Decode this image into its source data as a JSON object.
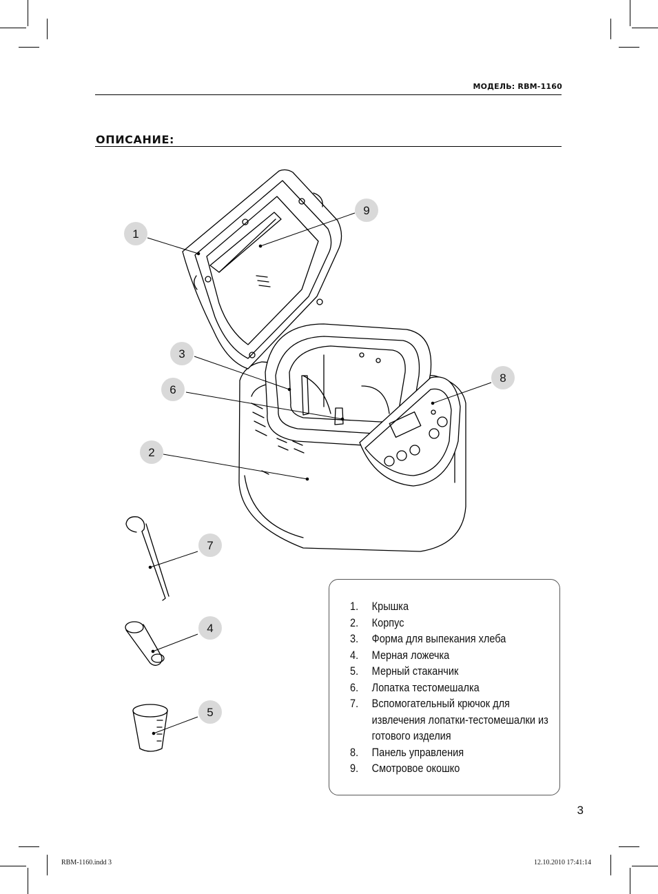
{
  "header": {
    "model": "МОДЕЛЬ: RBM-1160"
  },
  "section": {
    "title": "ОПИСАНИЕ:"
  },
  "callouts": [
    "1",
    "9",
    "3",
    "8",
    "6",
    "2",
    "7",
    "4",
    "5"
  ],
  "legend": [
    {
      "num": "1.",
      "label": "Крышка"
    },
    {
      "num": "2.",
      "label": "Корпус"
    },
    {
      "num": "3.",
      "label": "Форма для выпекания хлеба"
    },
    {
      "num": "4.",
      "label": "Мерная ложечка"
    },
    {
      "num": "5.",
      "label": "Мерный стаканчик"
    },
    {
      "num": "6.",
      "label": "Лопатка тестомешалка"
    },
    {
      "num": "7.",
      "label": "Вспомогательный крючок для извлечения лопатки-тестомешалки из готового изделия"
    },
    {
      "num": "8.",
      "label": "Панель управления"
    },
    {
      "num": "9.",
      "label": "Смотровое окошко"
    }
  ],
  "footer": {
    "page_number": "3",
    "file_slug": "RBM-1160.indd   3",
    "timestamp": "12.10.2010   17:41:14"
  },
  "colors": {
    "callout_fill": "#d9d9d9",
    "line": "#000000",
    "legend_border": "#555555"
  }
}
